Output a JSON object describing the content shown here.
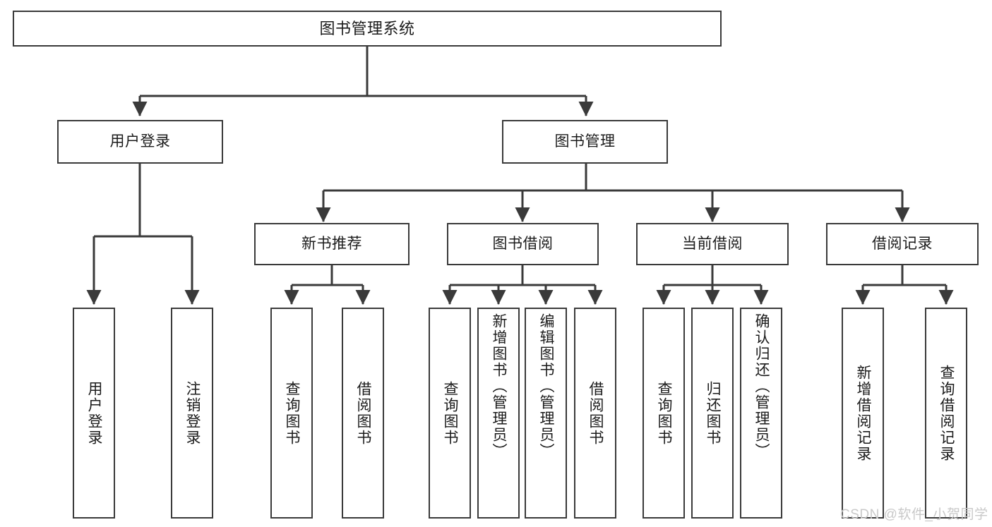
{
  "diagram": {
    "type": "hierarchy-tree",
    "title": "图书管理系统",
    "watermark": "CSDN @软件_小贺同学",
    "colors": {
      "box_stroke": "#3a3a3a",
      "box_fill": "#ffffff",
      "connector": "#3a3a3a",
      "text": "#1b1b1b",
      "watermark": "#c9c9c9",
      "background": "#ffffff"
    },
    "nodes": {
      "root": {
        "label": "图书管理系统"
      },
      "level2": [
        {
          "id": "user-login",
          "label": "用户登录"
        },
        {
          "id": "book-manage",
          "label": "图书管理"
        }
      ],
      "level3": [
        {
          "id": "new-book-rec",
          "label": "新书推荐"
        },
        {
          "id": "book-borrow",
          "label": "图书借阅"
        },
        {
          "id": "current-borrow",
          "label": "当前借阅"
        },
        {
          "id": "borrow-record",
          "label": "借阅记录"
        }
      ],
      "leaves": {
        "user-login": [
          {
            "id": "leaf-user-login",
            "label": "用户登录",
            "tall": false
          },
          {
            "id": "leaf-user-logout",
            "label": "注销登录",
            "tall": false
          }
        ],
        "new-book-rec": [
          {
            "id": "leaf-query-book-1",
            "label": "查询图书",
            "tall": false
          },
          {
            "id": "leaf-borrow-book-1",
            "label": "借阅图书",
            "tall": false
          }
        ],
        "book-borrow": [
          {
            "id": "leaf-query-book-2",
            "label": "查询图书",
            "tall": false
          },
          {
            "id": "leaf-add-book",
            "label": "新增图书（管理员）",
            "tall": true
          },
          {
            "id": "leaf-edit-book",
            "label": "编辑图书（管理员）",
            "tall": true
          },
          {
            "id": "leaf-borrow-book-2",
            "label": "借阅图书",
            "tall": false
          }
        ],
        "current-borrow": [
          {
            "id": "leaf-query-book-3",
            "label": "查询图书",
            "tall": false
          },
          {
            "id": "leaf-return-book",
            "label": "归还图书",
            "tall": false
          },
          {
            "id": "leaf-confirm-return",
            "label": "确认归还（管理员）",
            "tall": true
          }
        ],
        "borrow-record": [
          {
            "id": "leaf-add-record",
            "label": "新增借阅记录",
            "tall": false
          },
          {
            "id": "leaf-query-record",
            "label": "查询借阅记录",
            "tall": false
          }
        ]
      }
    }
  }
}
